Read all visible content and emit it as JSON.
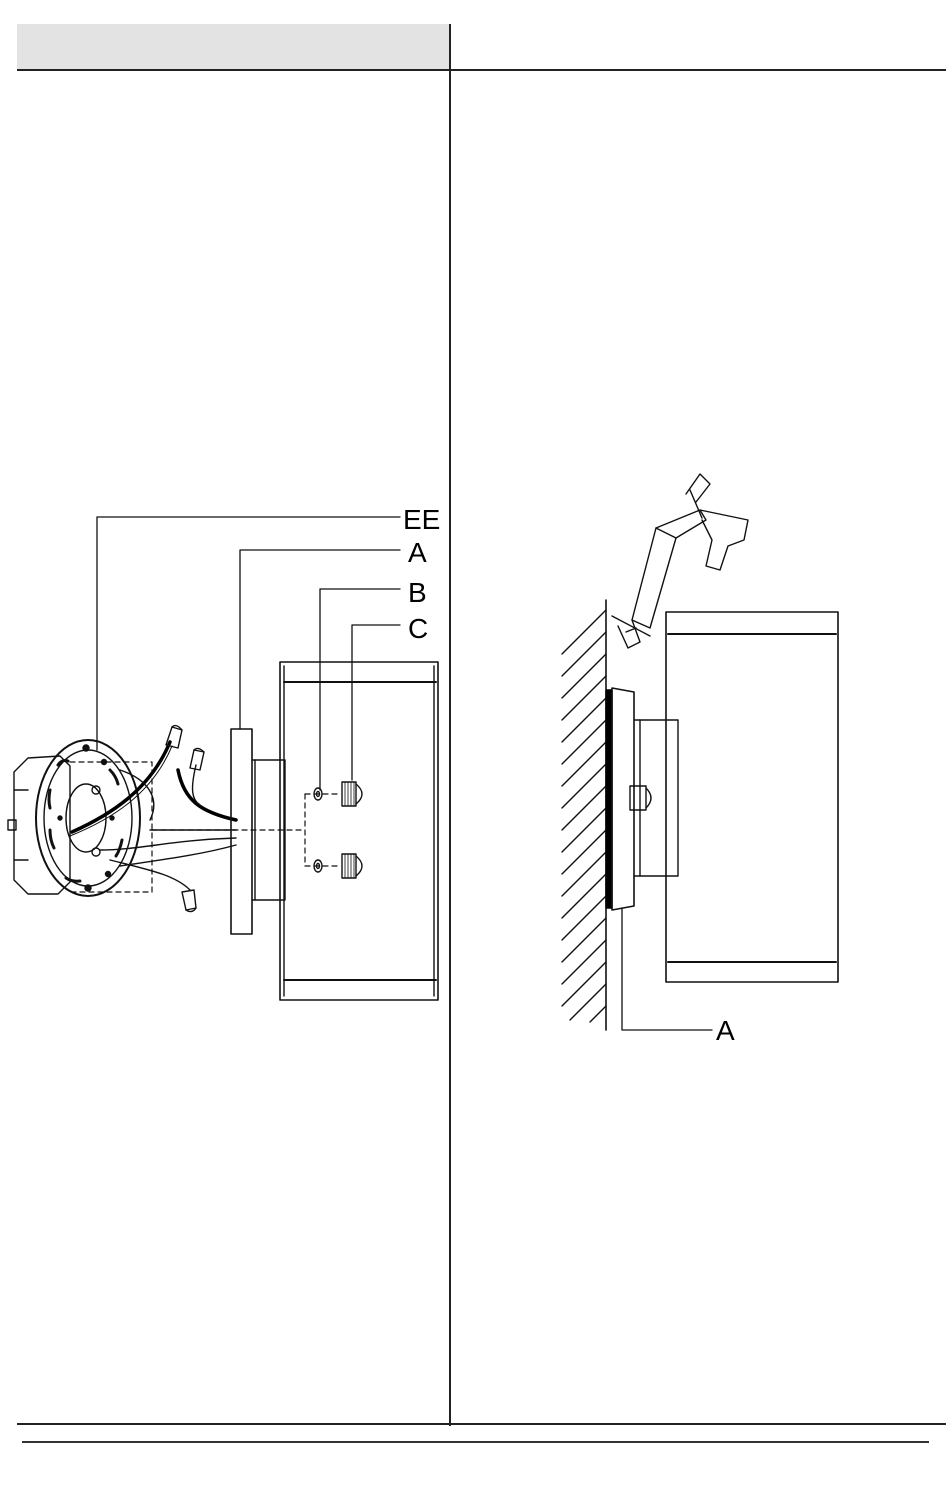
{
  "header": {
    "left_title": "",
    "right_title": ""
  },
  "figure_left": {
    "callouts": {
      "ee": "EE",
      "a": "A",
      "b": "B",
      "c": "C"
    }
  },
  "figure_right": {
    "callouts": {
      "a": "A"
    }
  },
  "footer": {
    "text": ""
  }
}
